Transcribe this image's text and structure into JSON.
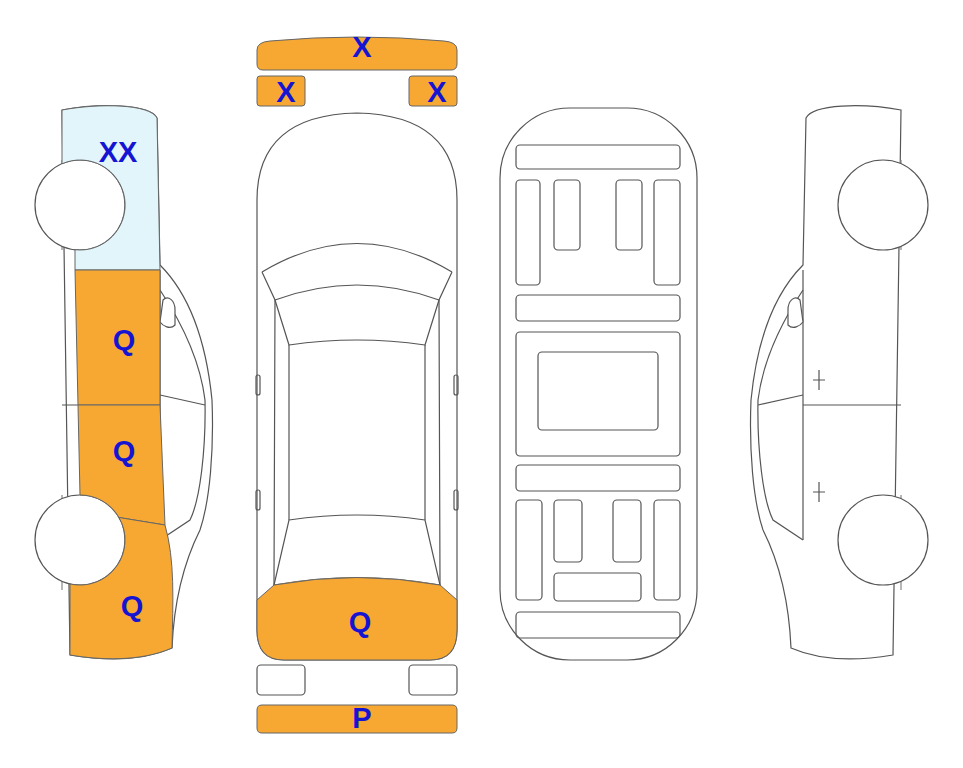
{
  "diagram": {
    "nodes": [
      {
        "text": [
          "X"
        ]
      },
      {
        "text": [
          "X"
        ]
      },
      {
        "text": [
          "X"
        ]
      },
      {
        "text": [
          "XX"
        ]
      },
      {
        "text": [
          "Q"
        ]
      },
      {
        "text": [
          "Q"
        ]
      },
      {
        "text": [
          "Q"
        ]
      },
      {
        "text": [
          "Q"
        ]
      },
      {
        "text": [
          "P"
        ]
      }
    ]
  }
}
